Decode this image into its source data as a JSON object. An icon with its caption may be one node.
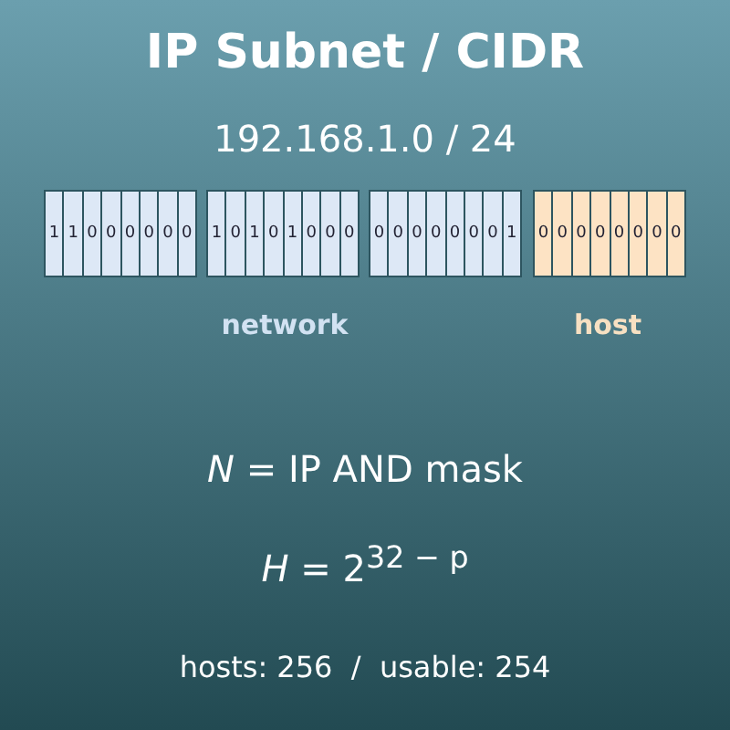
{
  "diagram": {
    "title": "IP Subnet / CIDR",
    "nodes": [
      {
        "text": [],
        "shape": "box"
      },
      {
        "text": [
          "1"
        ],
        "in": 0
      },
      {
        "text": [
          "1"
        ],
        "in": 0
      },
      {
        "text": [
          "0"
        ],
        "in": 0
      },
      {
        "text": [
          "0"
        ],
        "in": 0
      },
      {
        "text": [
          "0"
        ],
        "in": 0
      },
      {
        "text": [
          "0"
        ],
        "in": 0
      },
      {
        "text": [
          "0"
        ],
        "in": 0
      },
      {
        "text": [
          "0"
        ],
        "in": 0
      },
      {
        "text": [],
        "shape": "box"
      },
      {
        "text": [
          "1"
        ],
        "in": 9
      },
      {
        "text": [
          "0"
        ],
        "in": 9
      },
      {
        "text": [
          "1"
        ],
        "in": 9
      },
      {
        "text": [
          "0"
        ],
        "in": 9
      },
      {
        "text": [
          "1"
        ],
        "in": 9
      },
      {
        "text": [
          "0"
        ],
        "in": 9
      },
      {
        "text": [
          "0"
        ],
        "in": 9
      },
      {
        "text": [
          "0"
        ],
        "in": 9
      },
      {
        "text": [],
        "shape": "box"
      },
      {
        "text": [
          "0"
        ],
        "in": 18
      },
      {
        "text": [
          "0"
        ],
        "in": 18
      },
      {
        "text": [
          "0"
        ],
        "in": 18
      },
      {
        "text": [
          "0"
        ],
        "in": 18
      },
      {
        "text": [
          "0"
        ],
        "in": 18
      },
      {
        "text": [
          "0"
        ],
        "in": 18
      },
      {
        "text": [
          "0"
        ],
        "in": 18
      },
      {
        "text": [
          "1"
        ],
        "in": 18
      },
      {
        "text": [],
        "shape": "box"
      },
      {
        "text": [
          "0"
        ],
        "in": 27
      },
      {
        "text": [
          "0"
        ],
        "in": 27
      },
      {
        "text": [
          "0"
        ],
        "in": 27
      },
      {
        "text": [
          "0"
        ],
        "in": 27
      },
      {
        "text": [
          "0"
        ],
        "in": 27
      },
      {
        "text": [
          "0"
        ],
        "in": 27
      },
      {
        "text": [
          "0"
        ],
        "in": 27
      },
      {
        "text": [
          "0"
        ],
        "in": 27
      }
    ],
    "labels": [
      "192.168.1.0 / 24",
      "network",
      "host",
      "*N* = IP AND mask",
      "*H* = 2$^{32 − p}$",
      "hosts: 256  /  usable: 254"
    ]
  }
}
